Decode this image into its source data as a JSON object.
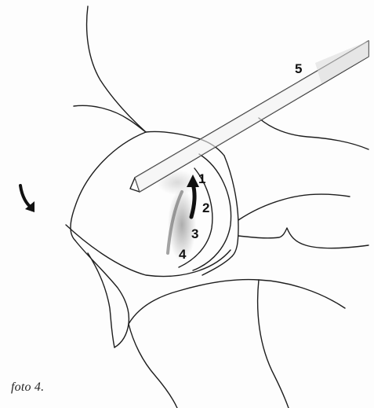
{
  "figure": {
    "caption": "foto 4.",
    "labels": {
      "l1": "1",
      "l2": "2",
      "l3": "3",
      "l4": "4",
      "l5": "5"
    },
    "colors": {
      "ink": "#1e1e1e",
      "paper": "#fdfdfd",
      "shading": "#6b6b6b"
    },
    "icons": [
      "curved-arrow-icon",
      "rotation-arrow-icon"
    ]
  }
}
